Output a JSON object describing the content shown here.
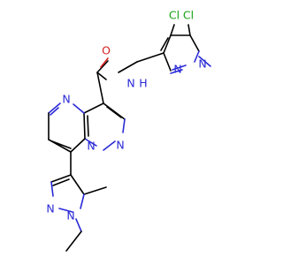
{
  "colors": {
    "carbon": "#000000",
    "nitrogen": "#2a2ad6",
    "oxygen": "#d62020",
    "chlorine": "#17a317",
    "background": "#ffffff"
  },
  "atoms": {
    "cl_top_left": "Cl",
    "cl_top_right": "Cl",
    "n_methyl_pyrazole_n1": "N",
    "n_methyl_pyrazole_n2": "N",
    "o_carbonyl": "O",
    "n_amide": "N",
    "h_amide": "H",
    "n_pyrimidine": "N",
    "n_bridge": "N",
    "n_pyrazole": "N",
    "n_ethyl_pyrazole_n2": "N",
    "n_ethyl_pyrazole_n1": "N"
  }
}
